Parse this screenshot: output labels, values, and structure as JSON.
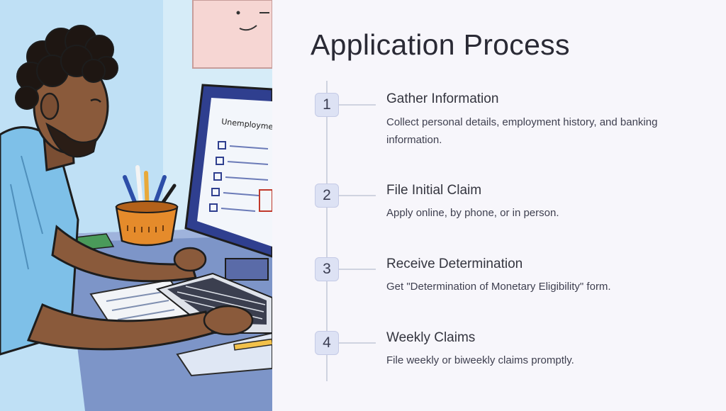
{
  "title": "Application Process",
  "steps": [
    {
      "number": "1",
      "title": "Gather Information",
      "description": "Collect personal details, employment history, and banking information."
    },
    {
      "number": "2",
      "title": "File Initial Claim",
      "description": "Apply online, by phone, or in person."
    },
    {
      "number": "3",
      "title": "Receive Determination",
      "description": "Get \"Determination of Monetary Eligibility\" form."
    },
    {
      "number": "4",
      "title": "Weekly Claims",
      "description": "File weekly or biweekly claims promptly."
    }
  ],
  "illustration": {
    "form_heading": "Unemployment"
  },
  "colors": {
    "background": "#f7f6fb",
    "step_badge": "#dde2f4",
    "timeline": "#cfd3e0",
    "title_text": "#2a2a35"
  }
}
